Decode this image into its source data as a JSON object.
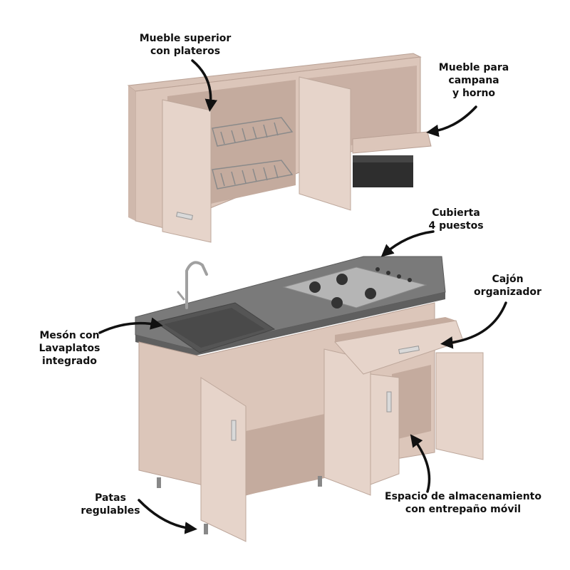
{
  "labels": {
    "upper_cabinet": [
      "Mueble superior",
      "con plateros"
    ],
    "hood_oven": [
      "Mueble para",
      "campana",
      "y horno"
    ],
    "cooktop": [
      "Cubierta",
      "4 puestos"
    ],
    "drawer": [
      "Cajón",
      "organizador"
    ],
    "counter": [
      "Mesón con",
      "Lavaplatos",
      "integrado"
    ],
    "feet": [
      "Patas",
      "regulables"
    ],
    "storage": [
      "Espacio de almacenamiento",
      "con entrepaño móvil"
    ]
  },
  "colors": {
    "wood": "#e4d0c6",
    "wood_dark": "#c9b0a4",
    "countertop": "#6e6e6e",
    "sink": "#5c5c5c",
    "steel": "#9a9a9a"
  }
}
